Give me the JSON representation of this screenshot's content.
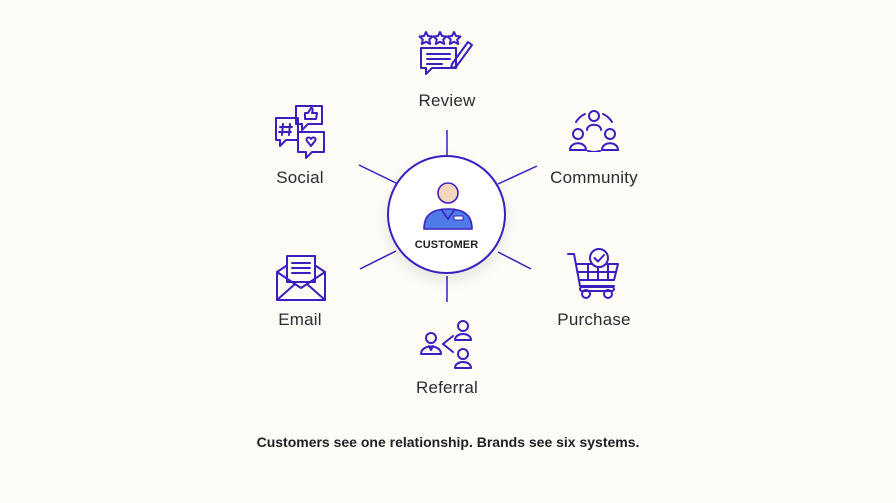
{
  "center": {
    "label": "CUSTOMER",
    "icon": "customer-avatar-icon"
  },
  "nodes": {
    "review": {
      "label": "Review",
      "icon": "review-stars-icon"
    },
    "community": {
      "label": "Community",
      "icon": "community-group-icon"
    },
    "purchase": {
      "label": "Purchase",
      "icon": "shopping-cart-check-icon"
    },
    "referral": {
      "label": "Referral",
      "icon": "referral-network-icon"
    },
    "email": {
      "label": "Email",
      "icon": "email-envelope-icon"
    },
    "social": {
      "label": "Social",
      "icon": "social-bubbles-icon"
    }
  },
  "caption": "Customers see one relationship. Brands see six systems.",
  "colors": {
    "accent": "#3a1fbf",
    "background": "#fdfcf6",
    "avatar_skin": "#f3d6bd",
    "avatar_shirt": "#4f7be8"
  }
}
